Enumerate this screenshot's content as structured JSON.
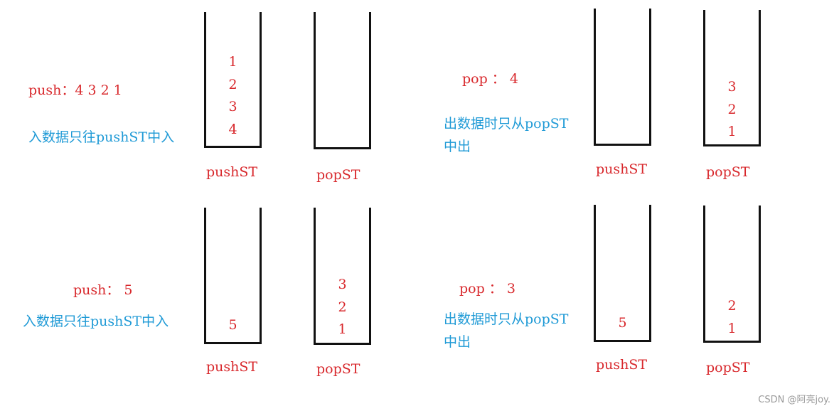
{
  "panels": [
    {
      "op_text": "push：4 3 2 1",
      "note": "入数据只往pushST中入",
      "push_stack": {
        "label": "pushST",
        "items": [
          "1",
          "2",
          "3",
          "4"
        ]
      },
      "pop_stack": {
        "label": "popST",
        "items": []
      }
    },
    {
      "op_text": "pop ： 4",
      "note_lines": [
        "出数据时只从popST",
        "中出"
      ],
      "push_stack": {
        "label": "pushST",
        "items": []
      },
      "pop_stack": {
        "label": "popST",
        "items": [
          "3",
          "2",
          "1"
        ]
      }
    },
    {
      "op_text": "push： 5",
      "note": "入数据只往pushST中入",
      "push_stack": {
        "label": "pushST",
        "items": [
          "5"
        ]
      },
      "pop_stack": {
        "label": "popST",
        "items": [
          "3",
          "2",
          "1"
        ]
      }
    },
    {
      "op_text": "pop ： 3",
      "note_lines": [
        "出数据时只从popST",
        "中出"
      ],
      "push_stack": {
        "label": "pushST",
        "items": [
          "5"
        ]
      },
      "pop_stack": {
        "label": "popST",
        "items": [
          "2",
          "1"
        ]
      }
    }
  ],
  "watermark": "CSDN @阿亮joy."
}
